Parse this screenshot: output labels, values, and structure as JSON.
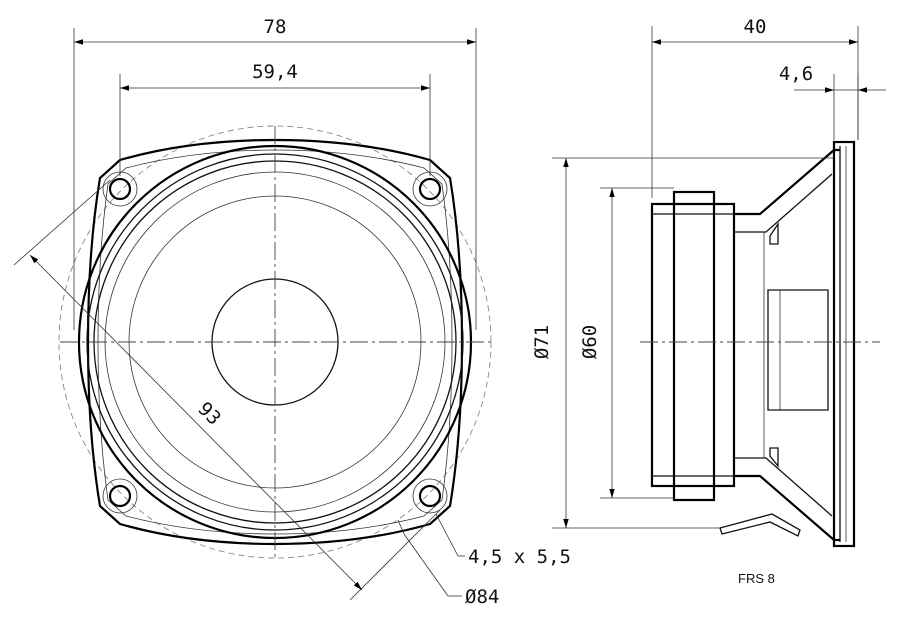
{
  "front_view": {
    "dim_overall_width": "78",
    "dim_hole_spacing": "59,4",
    "dim_diagonal": "93",
    "dim_slot": "4,5 x 5,5",
    "dim_circle": "Ø84"
  },
  "side_view": {
    "dim_depth": "40",
    "dim_flange": "4,6",
    "dim_magnet_outer": "Ø71",
    "dim_magnet_inner": "Ø60"
  },
  "model_label": "FRS 8",
  "colors": {
    "line": "#000000",
    "background": "#ffffff"
  }
}
